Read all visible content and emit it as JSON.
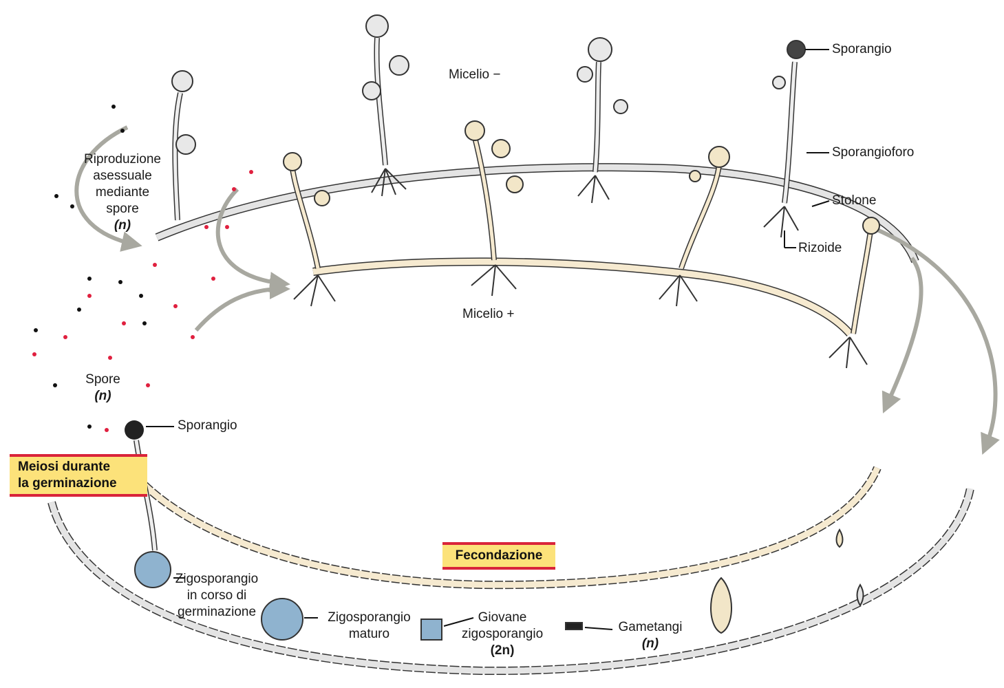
{
  "labels": {
    "micelio_minus": "Micelio −",
    "micelio_plus": "Micelio +",
    "sporangio_top": "Sporangio",
    "sporangioforo": "Sporangioforo",
    "stolone": "Stolone",
    "rizoide": "Rizoide",
    "riproduzione_l1": "Riproduzione",
    "riproduzione_l2": "asessuale",
    "riproduzione_l3": "mediante",
    "riproduzione_l4": "spore",
    "riproduzione_n": "(n)",
    "spore_l1": "Spore",
    "spore_n": "(n)",
    "sporangio_bottom": "Sporangio",
    "zigo_germ_l1": "Zigosporangio",
    "zigo_germ_l2": "in corso di",
    "zigo_germ_l3": "germinazione",
    "zigo_maturo_l1": "Zigosporangio",
    "zigo_maturo_l2": "maturo",
    "giovane_l1": "Giovane",
    "giovane_l2": "zigosporangio",
    "giovane_2n": "(2n)",
    "gametangi_l1": "Gametangi",
    "gametangi_n": "(n)"
  },
  "boxes": {
    "meiosi_l1": "Meiosi durante",
    "meiosi_l2": "la germinazione",
    "fecondazione": "Fecondazione"
  },
  "colors": {
    "hypha_plus": "#f6ead0",
    "hypha_minus": "#e4e4e4",
    "outline": "#333333",
    "spore_plus": "#e0203f",
    "spore_minus": "#111111",
    "zygo_blue": "#8fb3cf",
    "arrow_gray": "#a8a8a0",
    "box_fill": "#fce27a",
    "box_border": "#d9243a"
  }
}
